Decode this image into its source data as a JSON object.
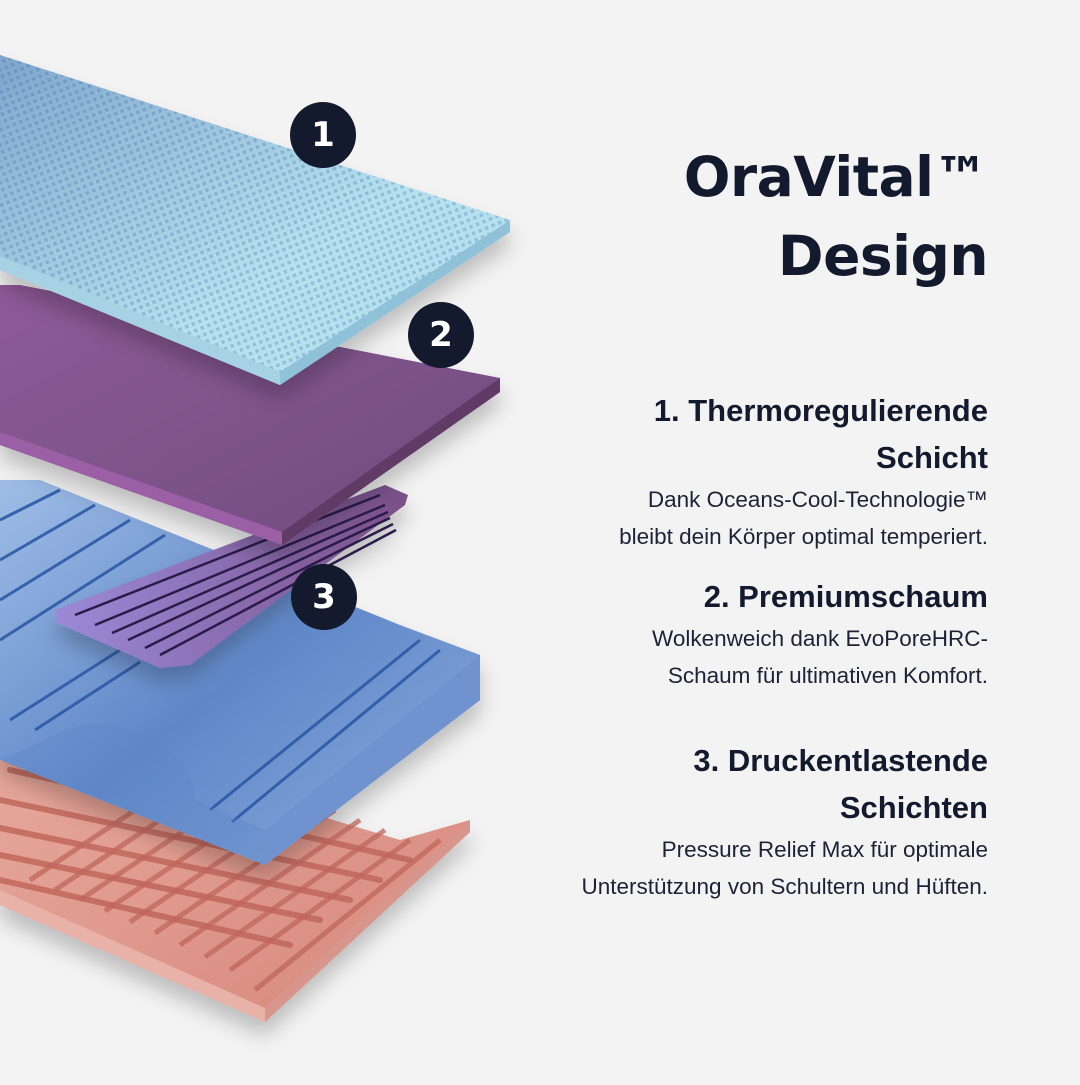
{
  "title": {
    "line1": "OraVital™",
    "line2": "Design"
  },
  "badges": [
    {
      "number": "1"
    },
    {
      "number": "2"
    },
    {
      "number": "3"
    }
  ],
  "features": [
    {
      "heading_line1": "1. Thermoregulierende",
      "heading_line2": "Schicht",
      "desc_line1": "Dank Oceans-Cool-Technologie™",
      "desc_line2": "bleibt dein Körper optimal temperiert."
    },
    {
      "heading_line1": "2. Premiumschaum",
      "heading_line2": "",
      "desc_line1": "Wolkenweich dank EvoPoreHRC-",
      "desc_line2": "Schaum für ultimativen Komfort."
    },
    {
      "heading_line1": "3. Druckentlastende",
      "heading_line2": "Schichten",
      "desc_line1": "Pressure Relief Max für optimale",
      "desc_line2": "Unterstützung von Schultern und Hüften."
    }
  ],
  "colors": {
    "background": "#f3f3f3",
    "text_dark": "#141a2e",
    "badge_bg": "#141a2e",
    "layer_cool_grid": "#a9d4e6",
    "layer_premium_foam": "#7a5384",
    "layer_support_blue": "#7da0d6",
    "layer_insert_lilac": "#9a7fc4",
    "layer_base_pink": "#e09a8e"
  }
}
